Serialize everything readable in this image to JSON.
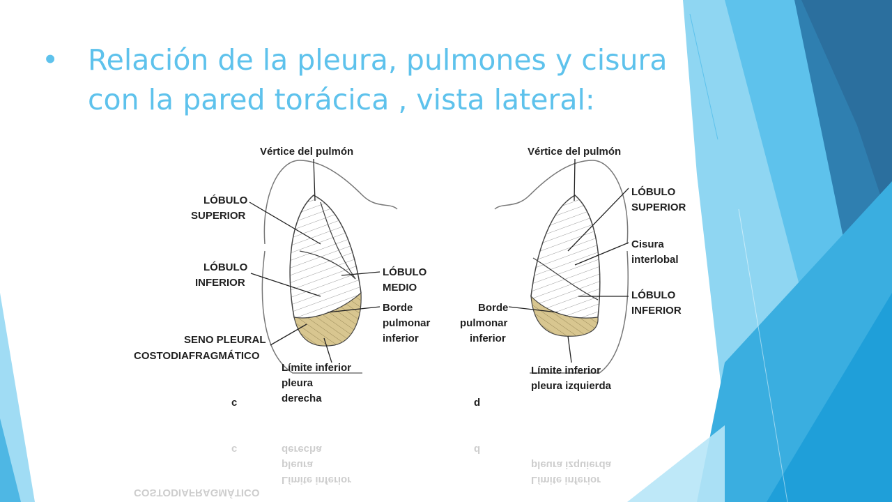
{
  "slide": {
    "bullet": "•",
    "title_line1": "Relación de la pleura, pulmones y cisura",
    "title_line2": "con la pared torácica , vista lateral:"
  },
  "figure": {
    "right_lung": {
      "apex": "Vértice del pulmón",
      "upper_lobe_1": "LÓBULO",
      "upper_lobe_2": "SUPERIOR",
      "lower_lobe_1": "LÓBULO",
      "lower_lobe_2": "INFERIOR",
      "middle_lobe_1": "LÓBULO",
      "middle_lobe_2": "MEDIO",
      "border_1": "Borde",
      "border_2": "pulmonar",
      "border_3": "inferior",
      "sinus_1": "SENO PLEURAL",
      "sinus_2": "COSTODIAFRAGMÁTICO",
      "limit_1": "Límite inferior",
      "limit_2": "pleura",
      "limit_3": "derecha",
      "panel_letter": "c"
    },
    "left_lung": {
      "apex": "Vértice del pulmón",
      "upper_lobe_1": "LÓBULO",
      "upper_lobe_2": "SUPERIOR",
      "fissure_1": "Cisura",
      "fissure_2": "interlobal",
      "lower_lobe_1": "LÓBULO",
      "lower_lobe_2": "INFERIOR",
      "border_1": "Borde",
      "border_2": "pulmonar",
      "border_3": "inferior",
      "limit_1": "Límite inferior",
      "limit_2": "pleura izquierda",
      "panel_letter": "d"
    }
  },
  "theme": {
    "title_color": "#5ec2ec",
    "accent_light": "#8fd6f2",
    "accent_mid": "#3aaee0",
    "accent_dark": "#2b6f9e",
    "sinus_fill": "#d8c690"
  }
}
